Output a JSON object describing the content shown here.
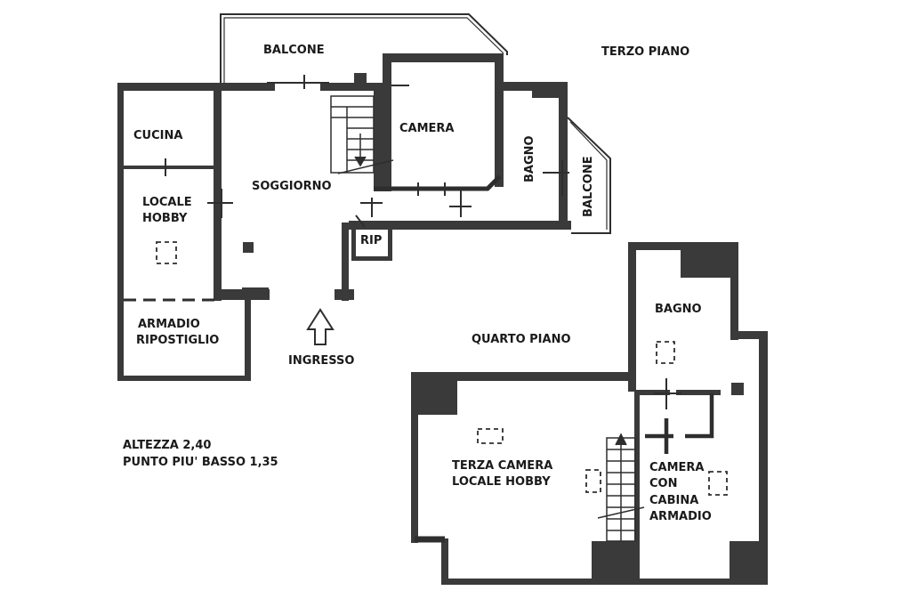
{
  "upper_floor_title": "TERZO PIANO",
  "lower_floor_title": "QUARTO PIANO",
  "rooms": {
    "balcone_top": "BALCONE",
    "cucina": "CUCINA",
    "locale_hobby_1": "LOCALE",
    "locale_hobby_2": "HOBBY",
    "soggiorno": "SOGGIORNO",
    "camera": "CAMERA",
    "bagno_upper": "BAGNO",
    "balcone_side": "BALCONE",
    "rip": "RIP",
    "armadio": "ARMADIO",
    "ripostiglio": "RIPOSTIGLIO",
    "ingresso": "INGRESSO",
    "bagno_lower": "BAGNO",
    "terza_camera": "TERZA CAMERA",
    "locale_hobby_lower": "LOCALE HOBBY",
    "camera_cabina_1": "CAMERA",
    "camera_cabina_2": "CON",
    "camera_cabina_3": "CABINA",
    "camera_cabina_4": "ARMADIO"
  },
  "notes": {
    "altezza": "ALTEZZA 2,40",
    "punto_basso": "PUNTO PIU' BASSO 1,35"
  }
}
